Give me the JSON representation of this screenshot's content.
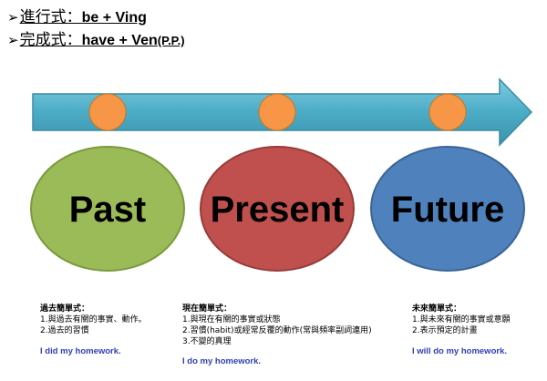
{
  "header": {
    "arrow_glyph": "➢",
    "progressive_label": "進行式：",
    "progressive_formula": "be + Ving",
    "perfect_label": "完成式：",
    "perfect_formula": "have + Ven",
    "perfect_note": "(P.P.)"
  },
  "timeline": {
    "arrow_color": "#4bacc6",
    "marker_color": "#f79646",
    "stages": [
      {
        "label": "Past",
        "color": "#9bbb59",
        "stroke": "#7a9a3c"
      },
      {
        "label": "Present",
        "color": "#c0504d",
        "stroke": "#963c3a"
      },
      {
        "label": "Future",
        "color": "#4f81bd",
        "stroke": "#3a6595"
      }
    ]
  },
  "notes": [
    {
      "title": "過去簡單式：",
      "lines": [
        "1.與過去有關的事實、動作。",
        "2.過去的習慣"
      ],
      "example": "I did my homework."
    },
    {
      "title": "現在簡單式：",
      "lines": [
        "1.與現在有關的事實或狀態",
        "2.習慣(habit)或經常反覆的動作(常與頻率副詞連用)",
        "3.不變的真理"
      ],
      "example": "I do my homework."
    },
    {
      "title": "未來簡單式：",
      "lines": [
        "1.與未來有關的事實或意願",
        "2.表示預定的計畫"
      ],
      "example": "I will do my homework."
    }
  ]
}
